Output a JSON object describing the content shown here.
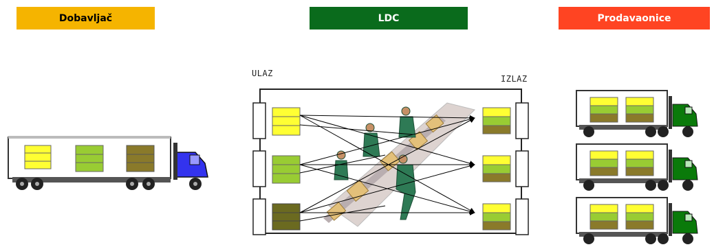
{
  "headers": {
    "supplier": {
      "label": "Dobavljač",
      "color": "#f5b400",
      "text_color": "#000000"
    },
    "ldc": {
      "label": "LDC",
      "color": "#0a6b1c",
      "text_color": "#ffffff"
    },
    "stores": {
      "label": "Prodavaonice",
      "color": "#ff4422",
      "text_color": "#ffffff"
    }
  },
  "labels": {
    "input": "ULAZ",
    "output": "IZLAZ"
  },
  "colors": {
    "yellow_goods": "#ffff33",
    "green_goods": "#99cc33",
    "olive_goods": "#8a7a2a",
    "truck_blue": "#3333ee",
    "truck_green": "#0a7a0a"
  },
  "icons": {
    "supplier_truck": "truck-icon",
    "store_trucks": "truck-icon",
    "conveyor_workers": "workers-illustration"
  }
}
